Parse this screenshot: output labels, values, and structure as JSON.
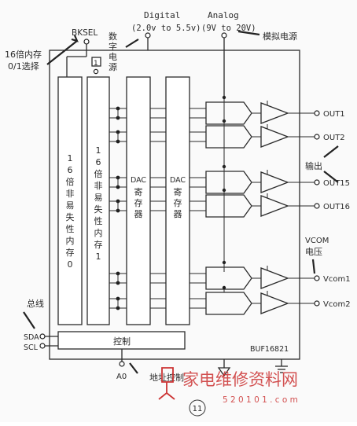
{
  "labels": {
    "bksel": "BKSEL",
    "digital": "Digital",
    "digital_range": "(2.0v to 5.5v)",
    "analog": "Analog",
    "analog_range": "(9V to 20V)",
    "digital_supply": "数字电源",
    "analog_supply": "模拟电源",
    "mem_select": "16倍内存",
    "mem_select2": "0/1选择",
    "mem0": "16倍非易失性内存0",
    "mem1": "16倍非易失性内存1",
    "dac1_title": "DAC",
    "dac1_sub": "寄存器",
    "dac2_title": "DAC",
    "dac2_sub": "寄存器",
    "out1": "OUT1",
    "out2": "OUT2",
    "out15": "OUT15",
    "out16": "OUT16",
    "output": "输出",
    "vcom": "VCOM",
    "vcom_sub": "电压",
    "vcom1": "Vcom1",
    "vcom2": "Vcom2",
    "bus": "总线",
    "sda": "SDA",
    "scl": "SCL",
    "control": "控制",
    "chip": "BUF16821",
    "a0": "A0",
    "addr_ctrl": "地址控制",
    "one": "1",
    "figure_no": "11"
  },
  "watermark": {
    "text": "家电维修资料网",
    "url": "5 2 0 1 0 1 . c o m",
    "color": "#cc3333"
  }
}
